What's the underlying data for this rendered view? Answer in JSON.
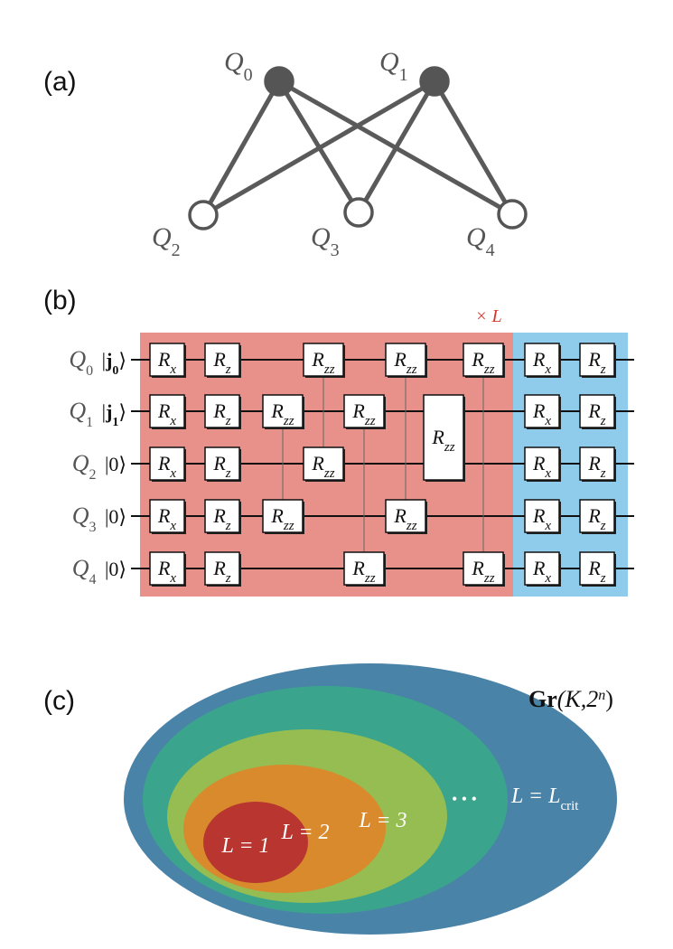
{
  "panels": {
    "a": "(a)",
    "b": "(b)",
    "c": "(c)"
  },
  "graph": {
    "nodes": [
      {
        "id": "Q0",
        "name": "Q",
        "sub": "0",
        "filled": true
      },
      {
        "id": "Q1",
        "name": "Q",
        "sub": "1",
        "filled": true
      },
      {
        "id": "Q2",
        "name": "Q",
        "sub": "2",
        "filled": false
      },
      {
        "id": "Q3",
        "name": "Q",
        "sub": "3",
        "filled": false
      },
      {
        "id": "Q4",
        "name": "Q",
        "sub": "4",
        "filled": false
      }
    ],
    "edges": [
      [
        "Q0",
        "Q2"
      ],
      [
        "Q0",
        "Q3"
      ],
      [
        "Q0",
        "Q4"
      ],
      [
        "Q1",
        "Q2"
      ],
      [
        "Q1",
        "Q3"
      ],
      [
        "Q1",
        "Q4"
      ]
    ]
  },
  "circuit": {
    "repeat_label": "× L",
    "rows": [
      {
        "qubit": "Q",
        "sub": "0",
        "state_prefix": "|",
        "state": "j",
        "state_sub": "0",
        "state_suffix": "⟩"
      },
      {
        "qubit": "Q",
        "sub": "1",
        "state_prefix": "|",
        "state": "j",
        "state_sub": "1",
        "state_suffix": "⟩"
      },
      {
        "qubit": "Q",
        "sub": "2",
        "state_prefix": "|",
        "state": "0",
        "state_sub": "",
        "state_suffix": "⟩"
      },
      {
        "qubit": "Q",
        "sub": "3",
        "state_prefix": "|",
        "state": "0",
        "state_sub": "",
        "state_suffix": "⟩"
      },
      {
        "qubit": "Q",
        "sub": "4",
        "state_prefix": "|",
        "state": "0",
        "state_sub": "",
        "state_suffix": "⟩"
      }
    ],
    "gate_labels": {
      "rx": {
        "base": "R",
        "sub": "x"
      },
      "rz": {
        "base": "R",
        "sub": "z"
      },
      "rzz": {
        "base": "R",
        "sub": "zz"
      }
    },
    "colors": {
      "entangling_block": "#e8908a",
      "final_block": "#8fcbea"
    }
  },
  "grassmannian": {
    "title_bold": "Gr",
    "title_rest": "(K,2",
    "title_sup": "n",
    "title_close": ")",
    "regions": [
      {
        "label": "L = 1",
        "color": "#b8362f"
      },
      {
        "label": "L = 2",
        "color": "#d98a2c"
      },
      {
        "label": "L = 3",
        "color": "#95bd52"
      },
      {
        "label": "L = L",
        "label_sub": "crit",
        "color": "#3aa58c"
      },
      {
        "label": "",
        "color": "#4a83a8"
      }
    ],
    "ellipsis": "• • •"
  }
}
